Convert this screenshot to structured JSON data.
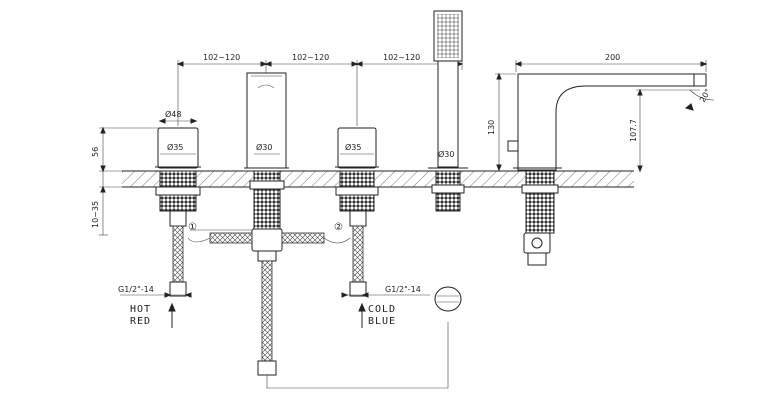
{
  "dimensions": {
    "gap_1": "102~120",
    "gap_2": "102~120",
    "gap_3": "102~120",
    "spout_length": "200",
    "spout_height": "130",
    "spout_clearance": "107.7",
    "spout_angle": "20°",
    "body_height": "56",
    "deck_thickness": "10~35",
    "handle_diameter": "Ø48",
    "hole_left": "Ø35",
    "hole_center": "Ø30",
    "hole_right": "Ø35",
    "hole_shower": "Ø30"
  },
  "markers": {
    "marker_1": "①",
    "marker_2": "②"
  },
  "connections": {
    "hot_thread": "G1/2\"-14",
    "cold_thread": "G1/2\"-14",
    "hot_label": "HOT",
    "hot_color": "RED",
    "cold_label": "COLD",
    "cold_color": "BLUE"
  },
  "colors": {
    "line": "#222222",
    "hatch": "#555555"
  }
}
